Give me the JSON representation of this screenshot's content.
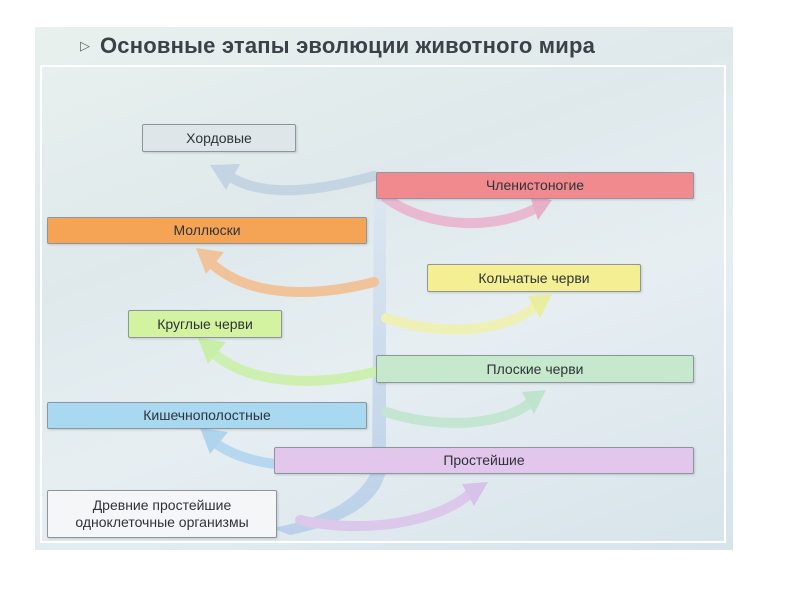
{
  "title": "Основные этапы эволюции животного мира",
  "bullet_icon": "arrow-bullet-icon",
  "stages": {
    "chordates": {
      "label": "Хордовые",
      "color": "#dfe6ea"
    },
    "arthropods": {
      "label": "Членистоногие",
      "color": "#f08a8e"
    },
    "mollusks": {
      "label": "Моллюски",
      "color": "#f5a456"
    },
    "annelids": {
      "label": "Кольчатые черви",
      "color": "#f5ef93"
    },
    "roundworms": {
      "label": "Круглые черви",
      "color": "#d3f3a1"
    },
    "flatworms": {
      "label": "Плоские черви",
      "color": "#c6e9ce"
    },
    "coelenterates": {
      "label": "Кишечнополостные",
      "color": "#a9d9f1"
    },
    "protozoa": {
      "label": "Простейшие",
      "color": "#e2c6ec"
    },
    "ancient": {
      "label": "Древние простейшие одноклеточные организмы",
      "color": "#f4f6f7"
    }
  }
}
